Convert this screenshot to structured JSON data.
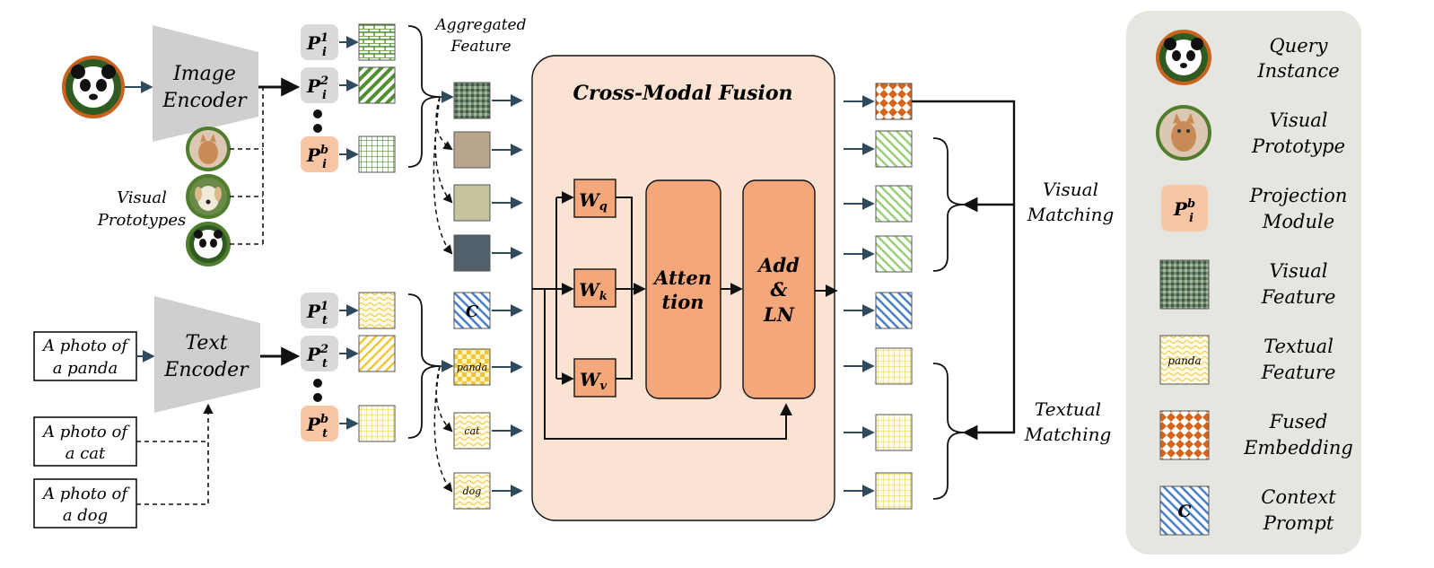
{
  "image_encoder": {
    "line1": "Image",
    "line2": "Encoder"
  },
  "text_encoder": {
    "line1": "Text",
    "line2": "Encoder"
  },
  "visual_prototypes_label": {
    "line1": "Visual",
    "line2": "Prototypes"
  },
  "aggregated_label": {
    "line1": "Aggregated",
    "line2": "Feature"
  },
  "prompts": [
    {
      "line1": "A photo of",
      "line2": "a panda"
    },
    {
      "line1": "A photo of",
      "line2": "a cat"
    },
    {
      "line1": "A photo of",
      "line2": "a dog"
    }
  ],
  "proj_image": {
    "base": "P",
    "sub": "i",
    "sups": [
      "1",
      "2",
      "b"
    ]
  },
  "proj_text": {
    "base": "P",
    "sub": "t",
    "sups": [
      "1",
      "2",
      "b"
    ]
  },
  "context_token": "C",
  "class_tokens": [
    "panda",
    "cat",
    "dog"
  ],
  "fusion": {
    "title": "Cross-Modal Fusion",
    "wq": {
      "base": "W",
      "sub": "q"
    },
    "wk": {
      "base": "W",
      "sub": "k"
    },
    "wv": {
      "base": "W",
      "sub": "v"
    },
    "attention": {
      "line1": "Atten",
      "line2": "tion"
    },
    "addln": {
      "line1": "Add",
      "line2": "&",
      "line3": "LN"
    }
  },
  "matching": {
    "visual": {
      "line1": "Visual",
      "line2": "Matching"
    },
    "textual": {
      "line1": "Textual",
      "line2": "Matching"
    }
  },
  "legend": {
    "query": {
      "line1": "Query",
      "line2": "Instance"
    },
    "prototype": {
      "line1": "Visual",
      "line2": "Prototype"
    },
    "projection": {
      "line1": "Projection",
      "line2": "Module"
    },
    "visual_feature": {
      "line1": "Visual",
      "line2": "Feature"
    },
    "textual_feature": {
      "line1": "Textual",
      "line2": "Feature",
      "swatch_text": "panda"
    },
    "fused": {
      "line1": "Fused",
      "line2": "Embedding"
    },
    "context": {
      "line1": "Context",
      "line2": "Prompt",
      "swatch_text": "C"
    }
  },
  "colors": {
    "encoder_gray": "#cfcfcf",
    "legend_bg": "#e6e6e0",
    "fusion_bg": "#fbe3d3",
    "fusion_block": "#f3a77b",
    "proj_image_gray": "#d9d9d9",
    "proj_b_peach": "#f8c6a5",
    "arrow_blue": "#2e4a5c",
    "visual_green": "#4e8f2e",
    "light_green": "#9ccf7a",
    "text_yellow": "#f2c737",
    "fused_orange": "#d3641a",
    "context_blue": "#4a7fc9",
    "prototype_ring": "#4f7d2d",
    "query_ring": "#c9621f"
  },
  "icons": {
    "query": "panda-photo",
    "prototype_1": "cat-photo",
    "prototype_2": "dog-photo",
    "prototype_3": "panda-photo"
  }
}
